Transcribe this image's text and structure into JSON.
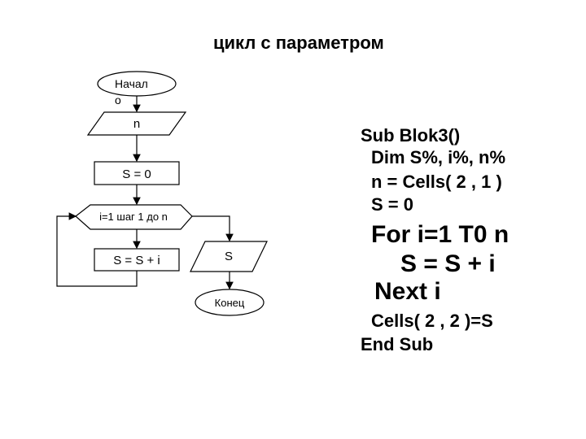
{
  "title": "цикл с параметром",
  "flowchart": {
    "start_line1": "Начал",
    "start_line2": "о",
    "input": "n",
    "assign_init": "S = 0",
    "loop_header": "i=1 шаг 1 до n",
    "loop_body": "S = S + i",
    "output": "S",
    "end": "Конец"
  },
  "code": {
    "line1": "Sub Blok3()",
    "line2": "Dim S%, i%, n%",
    "line3": "n = Cells( 2 , 1 )",
    "line4": "S = 0",
    "line5": "For i=1 T0 n",
    "line6": "S = S + i",
    "line7": "Next i",
    "line8": "Cells( 2 , 2 )=S",
    "line9": "End Sub"
  }
}
